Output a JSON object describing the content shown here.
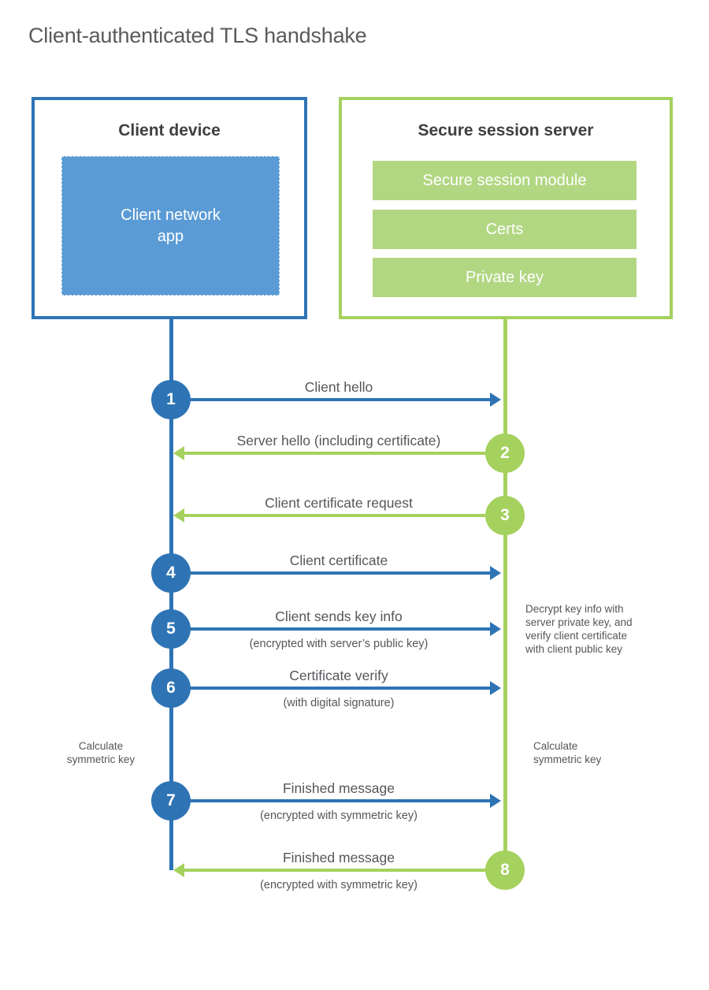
{
  "title": "Client-authenticated TLS handshake",
  "colors": {
    "blue": "#2e74b5",
    "blue_fill": "#5b9bd5",
    "green": "#a5d15e",
    "green_fill": "#b2d783",
    "text_gray": "#55565a",
    "heading_gray": "#3f4040"
  },
  "client": {
    "heading": "Client device",
    "app_label": "Client network\napp"
  },
  "server": {
    "heading": "Secure session server",
    "modules": {
      "0": "Secure session module",
      "1": "Certs",
      "2": "Private key"
    }
  },
  "rows": {
    "0": {
      "num": "1",
      "from": "client",
      "label": "Client hello",
      "sub": ""
    },
    "1": {
      "num": "2",
      "from": "server",
      "label": "Server hello (including certificate)",
      "sub": ""
    },
    "2": {
      "num": "3",
      "from": "server",
      "label": "Client certificate request",
      "sub": ""
    },
    "3": {
      "num": "4",
      "from": "client",
      "label": "Client certificate",
      "sub": ""
    },
    "4": {
      "num": "5",
      "from": "client",
      "label": "Client sends key info",
      "sub": "(encrypted with server’s public key)"
    },
    "5": {
      "num": "6",
      "from": "client",
      "label": "Certificate verify",
      "sub": "(with digital signature)"
    },
    "6": {
      "num": "7",
      "from": "client",
      "label": "Finished message",
      "sub": "(encrypted with symmetric key)"
    },
    "7": {
      "num": "8",
      "from": "server",
      "label": "Finished message",
      "sub": "(encrypted with symmetric key)"
    }
  },
  "notes": {
    "decrypt": "Decrypt key info with\nserver private key, and\nverify client certificate\nwith client public key",
    "calc_left": "Calculate\nsymmetric key",
    "calc_right": "Calculate\nsymmetric key"
  }
}
